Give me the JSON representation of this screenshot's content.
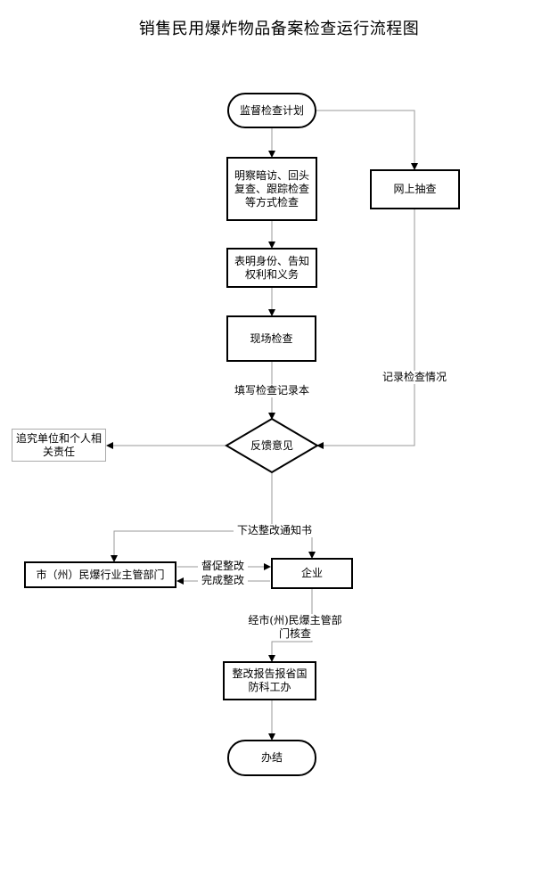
{
  "title": "销售民用爆炸物品备案检查运行流程图",
  "nodes": {
    "plan": "监督检查计划",
    "covert_check": "明察暗访、回头复查、跟踪检查等方式检查",
    "online_check": "网上抽查",
    "identify": "表明身份、告知权利和义务",
    "onsite_check": "现场检查",
    "feedback": "反馈意见",
    "accountability": "追究单位和个人相关责任",
    "authority": "市（州）民爆行业主管部门",
    "enterprise": "企业",
    "report": "整改报告报省国防科工办",
    "done": "办结"
  },
  "edge_labels": {
    "fill_record": "填写检查记录本",
    "record_status": "记录检查情况",
    "issue_notice": "下达整改通知书",
    "supervise": "督促整改",
    "complete": "完成整改",
    "verify": "经市(州)民爆主管部门核查"
  }
}
